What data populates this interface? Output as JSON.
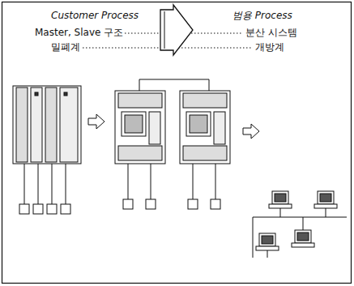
{
  "diagram": {
    "labels": [
      "Customer Process",
      "Master, Slave 구조",
      "밀폐계",
      "범용 Process",
      "분산 시스템",
      "개방계"
    ]
  }
}
